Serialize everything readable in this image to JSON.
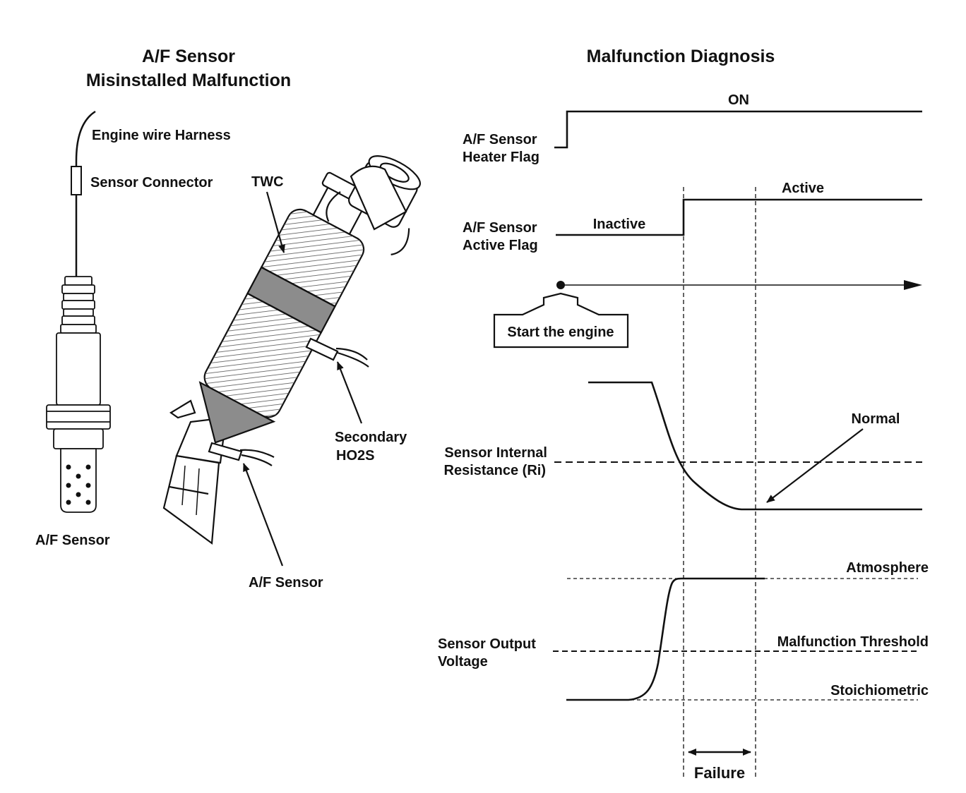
{
  "left": {
    "title_line1": "A/F Sensor",
    "title_line2": "Misinstalled Malfunction",
    "engine_harness": "Engine wire Harness",
    "sensor_connector": "Sensor Connector",
    "twc": "TWC",
    "secondary_line1": "Secondary",
    "secondary_line2": "HO2S",
    "af_sensor_left": "A/F Sensor",
    "af_sensor_bottom": "A/F Sensor"
  },
  "right": {
    "title": "Malfunction Diagnosis",
    "heater": {
      "label_line1": "A/F Sensor",
      "label_line2": "Heater Flag",
      "on": "ON"
    },
    "active": {
      "label_line1": "A/F Sensor",
      "label_line2": "Active Flag",
      "inactive": "Inactive",
      "active": "Active"
    },
    "start_engine": "Start the engine",
    "resistance": {
      "label_line1": "Sensor Internal",
      "label_line2": "Resistance (Ri)",
      "normal": "Normal"
    },
    "voltage": {
      "label_line1": "Sensor Output",
      "label_line2": "Voltage",
      "atmosphere": "Atmosphere",
      "threshold": "Malfunction Threshold",
      "stoich": "Stoichiometric"
    },
    "failure": "Failure"
  },
  "colors": {
    "line": "#111111",
    "fill_gray": "#8c8c8c",
    "background": "#ffffff"
  }
}
